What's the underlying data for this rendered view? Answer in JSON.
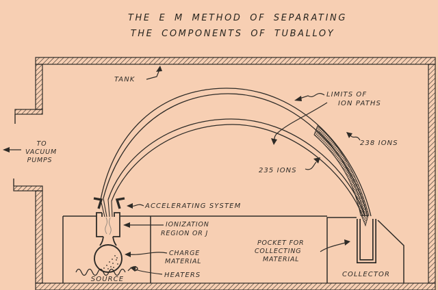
{
  "title": {
    "line1": "THE E M METHOD OF SEPARATING",
    "line2": "THE COMPONENTS OF TUBALLOY"
  },
  "labels": {
    "tank": "TANK",
    "limits_line1": "LIMITS OF",
    "limits_line2": "ION PATHS",
    "ions238": "238 IONS",
    "ions235": "235 IONS",
    "vacuum_line1": "TO",
    "vacuum_line2": "VACUUM",
    "vacuum_line3": "PUMPS",
    "accelerating": "ACCELERATING SYSTEM",
    "ionization_line1": "IONIZATION",
    "ionization_line2": "REGION OR J",
    "charge_line1": "CHARGE",
    "charge_line2": "MATERIAL",
    "heaters": "HEATERS",
    "source": "SOURCE",
    "pocket_line1": "POCKET FOR",
    "pocket_line2": "COLLECTING",
    "pocket_line3": "MATERIAL",
    "collector": "COLLECTOR"
  },
  "colors": {
    "background": "#f7cfb3",
    "ink": "#2e2b27"
  }
}
